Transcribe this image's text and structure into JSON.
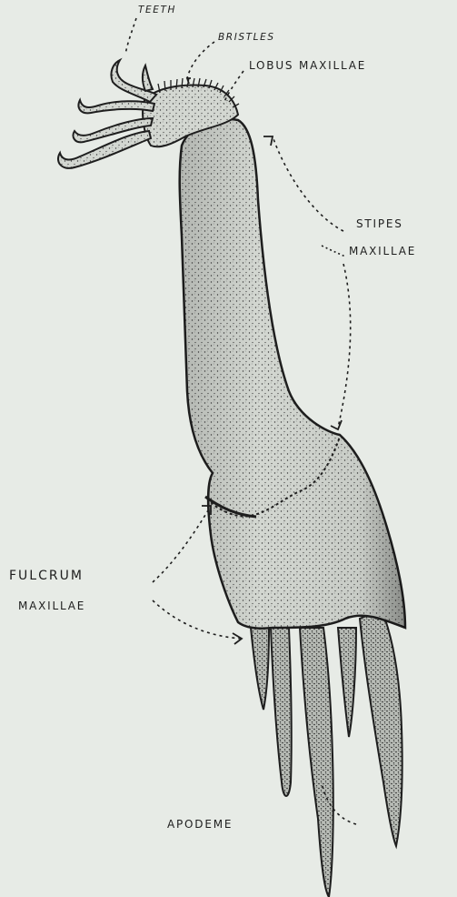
{
  "labels": {
    "teeth": "TEETH",
    "bristles": "BRISTLES",
    "lobus": "LOBUS MAXILLAE",
    "stipes_line1": "STIPES",
    "stipes_line2": "MAXILLAE",
    "fulcrum_line1": "FULCRUM",
    "fulcrum_line2": "MAXILLAE",
    "apodeme": "APODEME"
  },
  "colors": {
    "paper": "#e7ebe6",
    "ink": "#1e1e1e",
    "stipple_fill": "#cfd3cd"
  }
}
